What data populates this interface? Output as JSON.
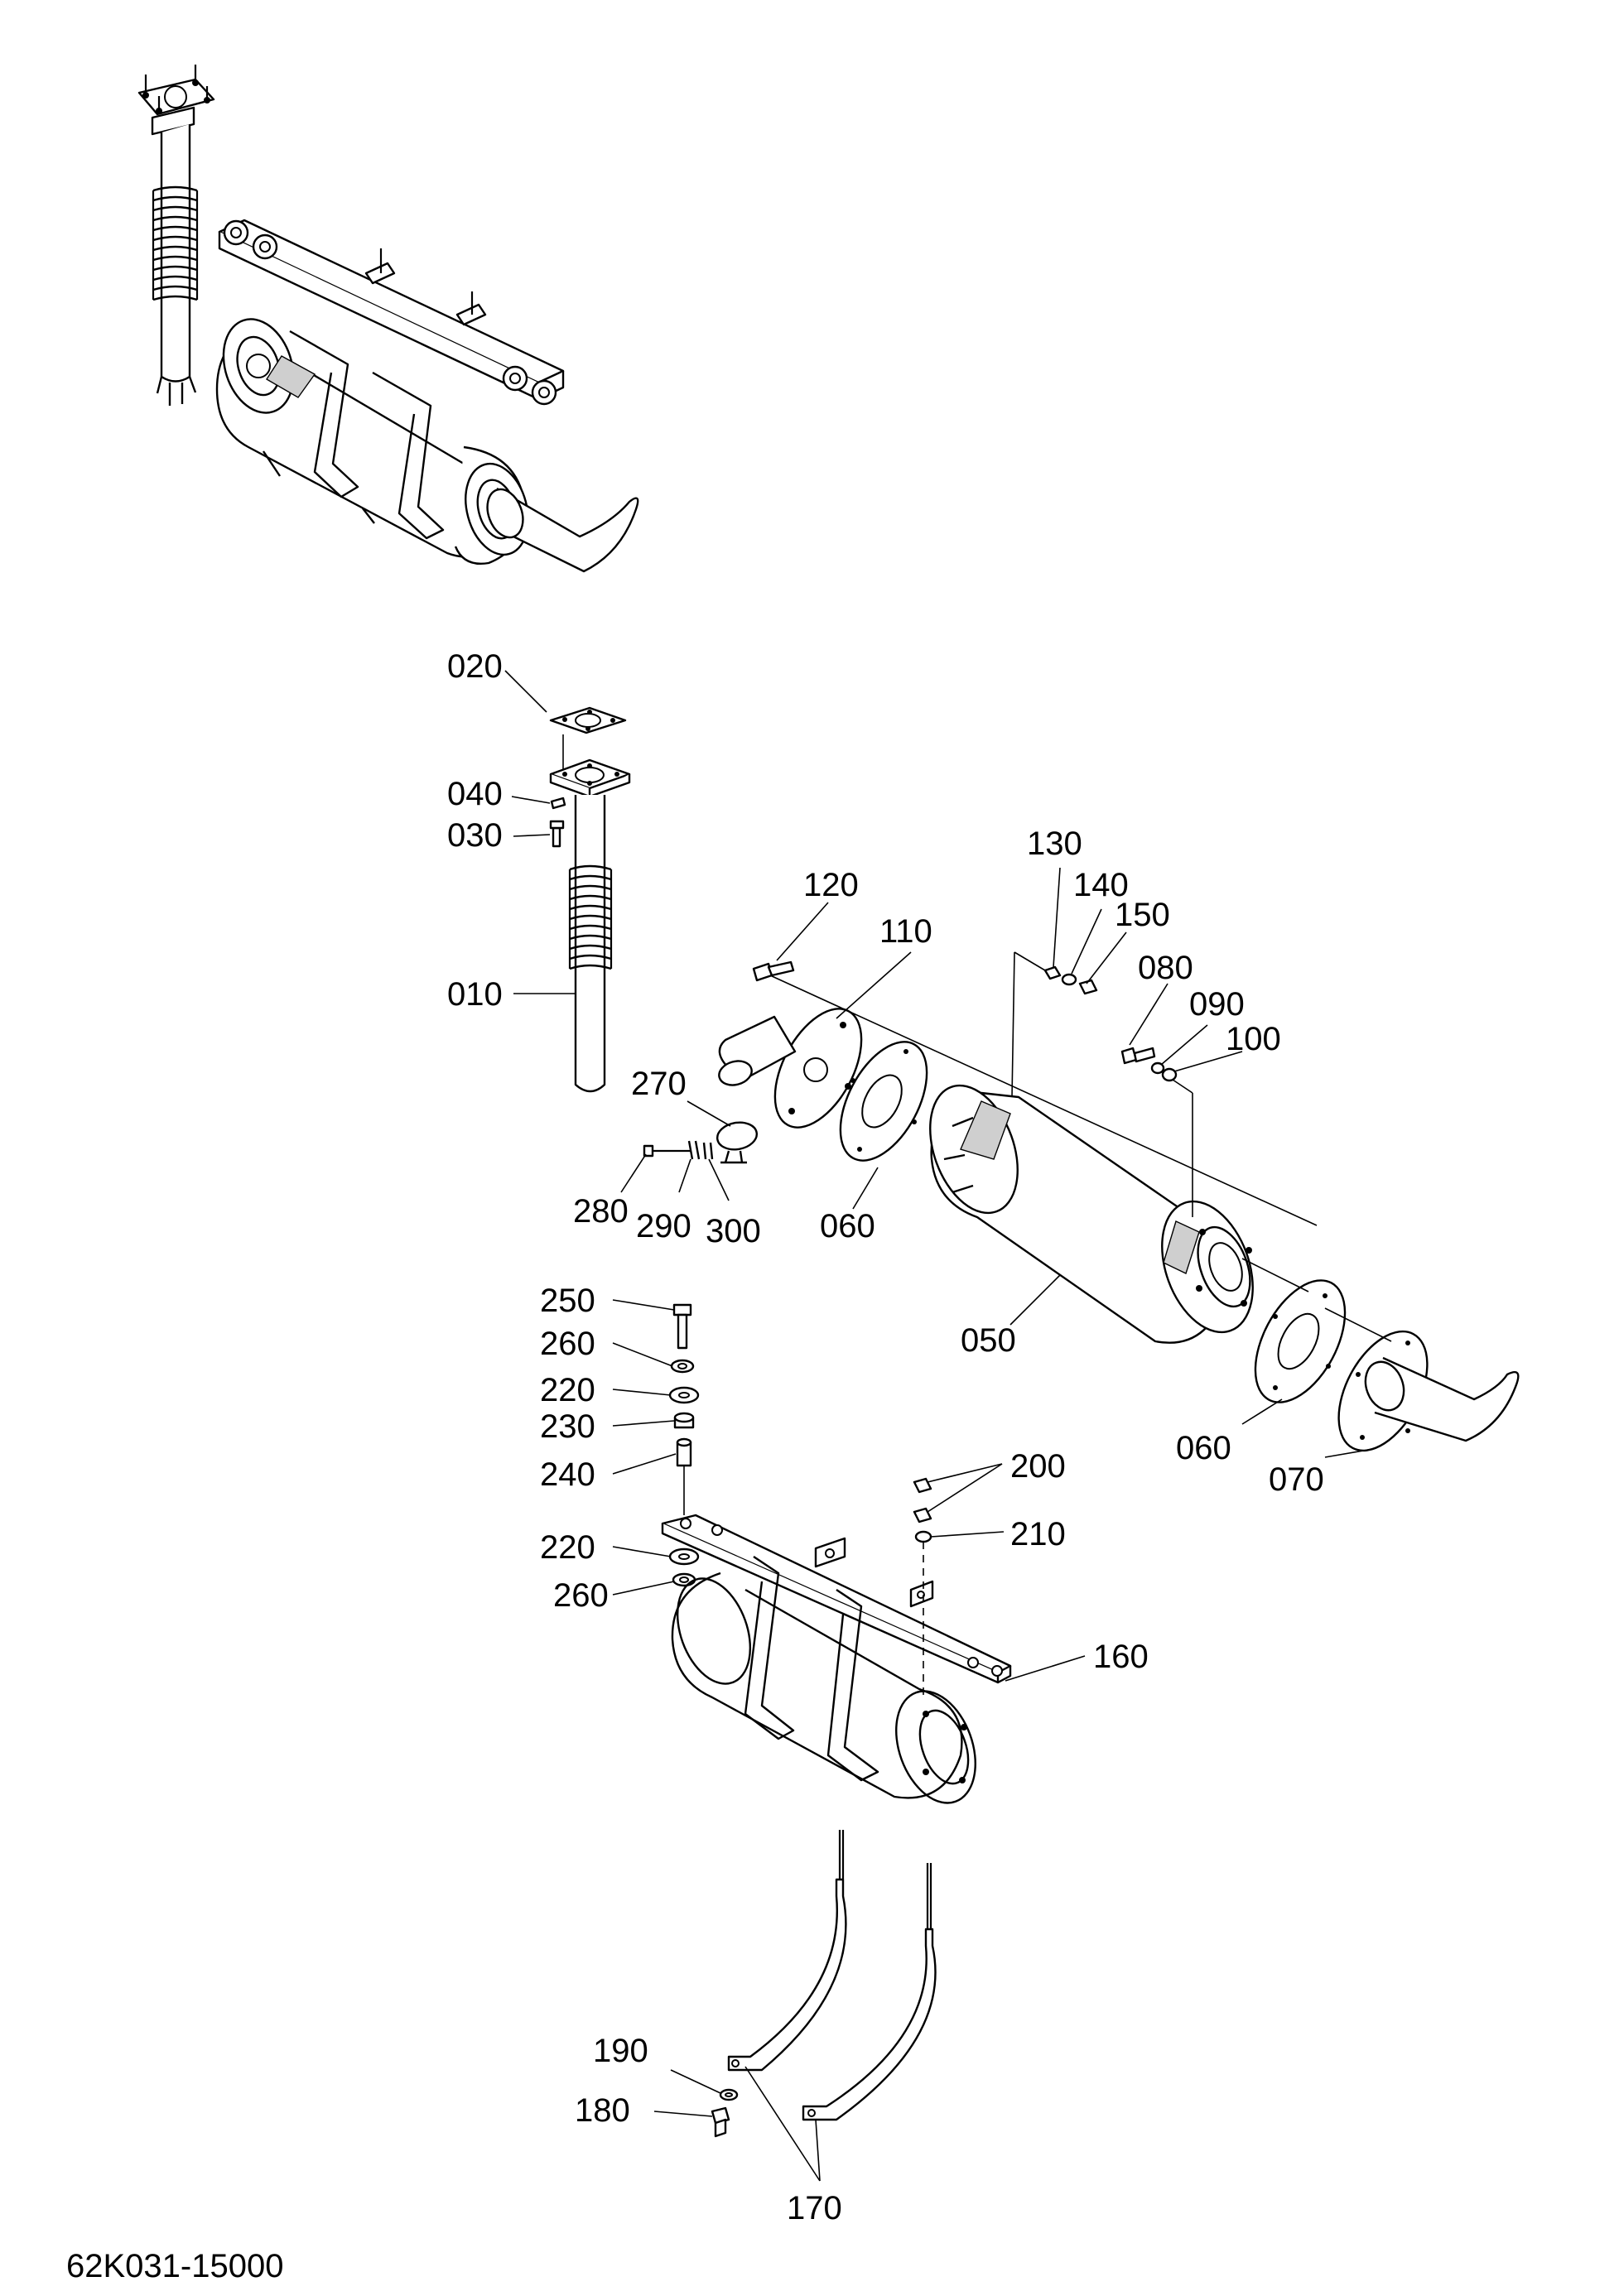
{
  "drawing": {
    "code": "62K031-15000",
    "callouts": [
      {
        "id": "010",
        "label": "010"
      },
      {
        "id": "020",
        "label": "020"
      },
      {
        "id": "030",
        "label": "030"
      },
      {
        "id": "040",
        "label": "040"
      },
      {
        "id": "050",
        "label": "050"
      },
      {
        "id": "060a",
        "label": "060"
      },
      {
        "id": "060b",
        "label": "060"
      },
      {
        "id": "070",
        "label": "070"
      },
      {
        "id": "080",
        "label": "080"
      },
      {
        "id": "090",
        "label": "090"
      },
      {
        "id": "100",
        "label": "100"
      },
      {
        "id": "110",
        "label": "110"
      },
      {
        "id": "120",
        "label": "120"
      },
      {
        "id": "130",
        "label": "130"
      },
      {
        "id": "140",
        "label": "140"
      },
      {
        "id": "150",
        "label": "150"
      },
      {
        "id": "160",
        "label": "160"
      },
      {
        "id": "170",
        "label": "170"
      },
      {
        "id": "180",
        "label": "180"
      },
      {
        "id": "190",
        "label": "190"
      },
      {
        "id": "200",
        "label": "200"
      },
      {
        "id": "210",
        "label": "210"
      },
      {
        "id": "220a",
        "label": "220"
      },
      {
        "id": "220b",
        "label": "220"
      },
      {
        "id": "230",
        "label": "230"
      },
      {
        "id": "240",
        "label": "240"
      },
      {
        "id": "250",
        "label": "250"
      },
      {
        "id": "260a",
        "label": "260"
      },
      {
        "id": "260b",
        "label": "260"
      },
      {
        "id": "270",
        "label": "270"
      },
      {
        "id": "280",
        "label": "280"
      },
      {
        "id": "290",
        "label": "290"
      },
      {
        "id": "300",
        "label": "300"
      }
    ]
  }
}
